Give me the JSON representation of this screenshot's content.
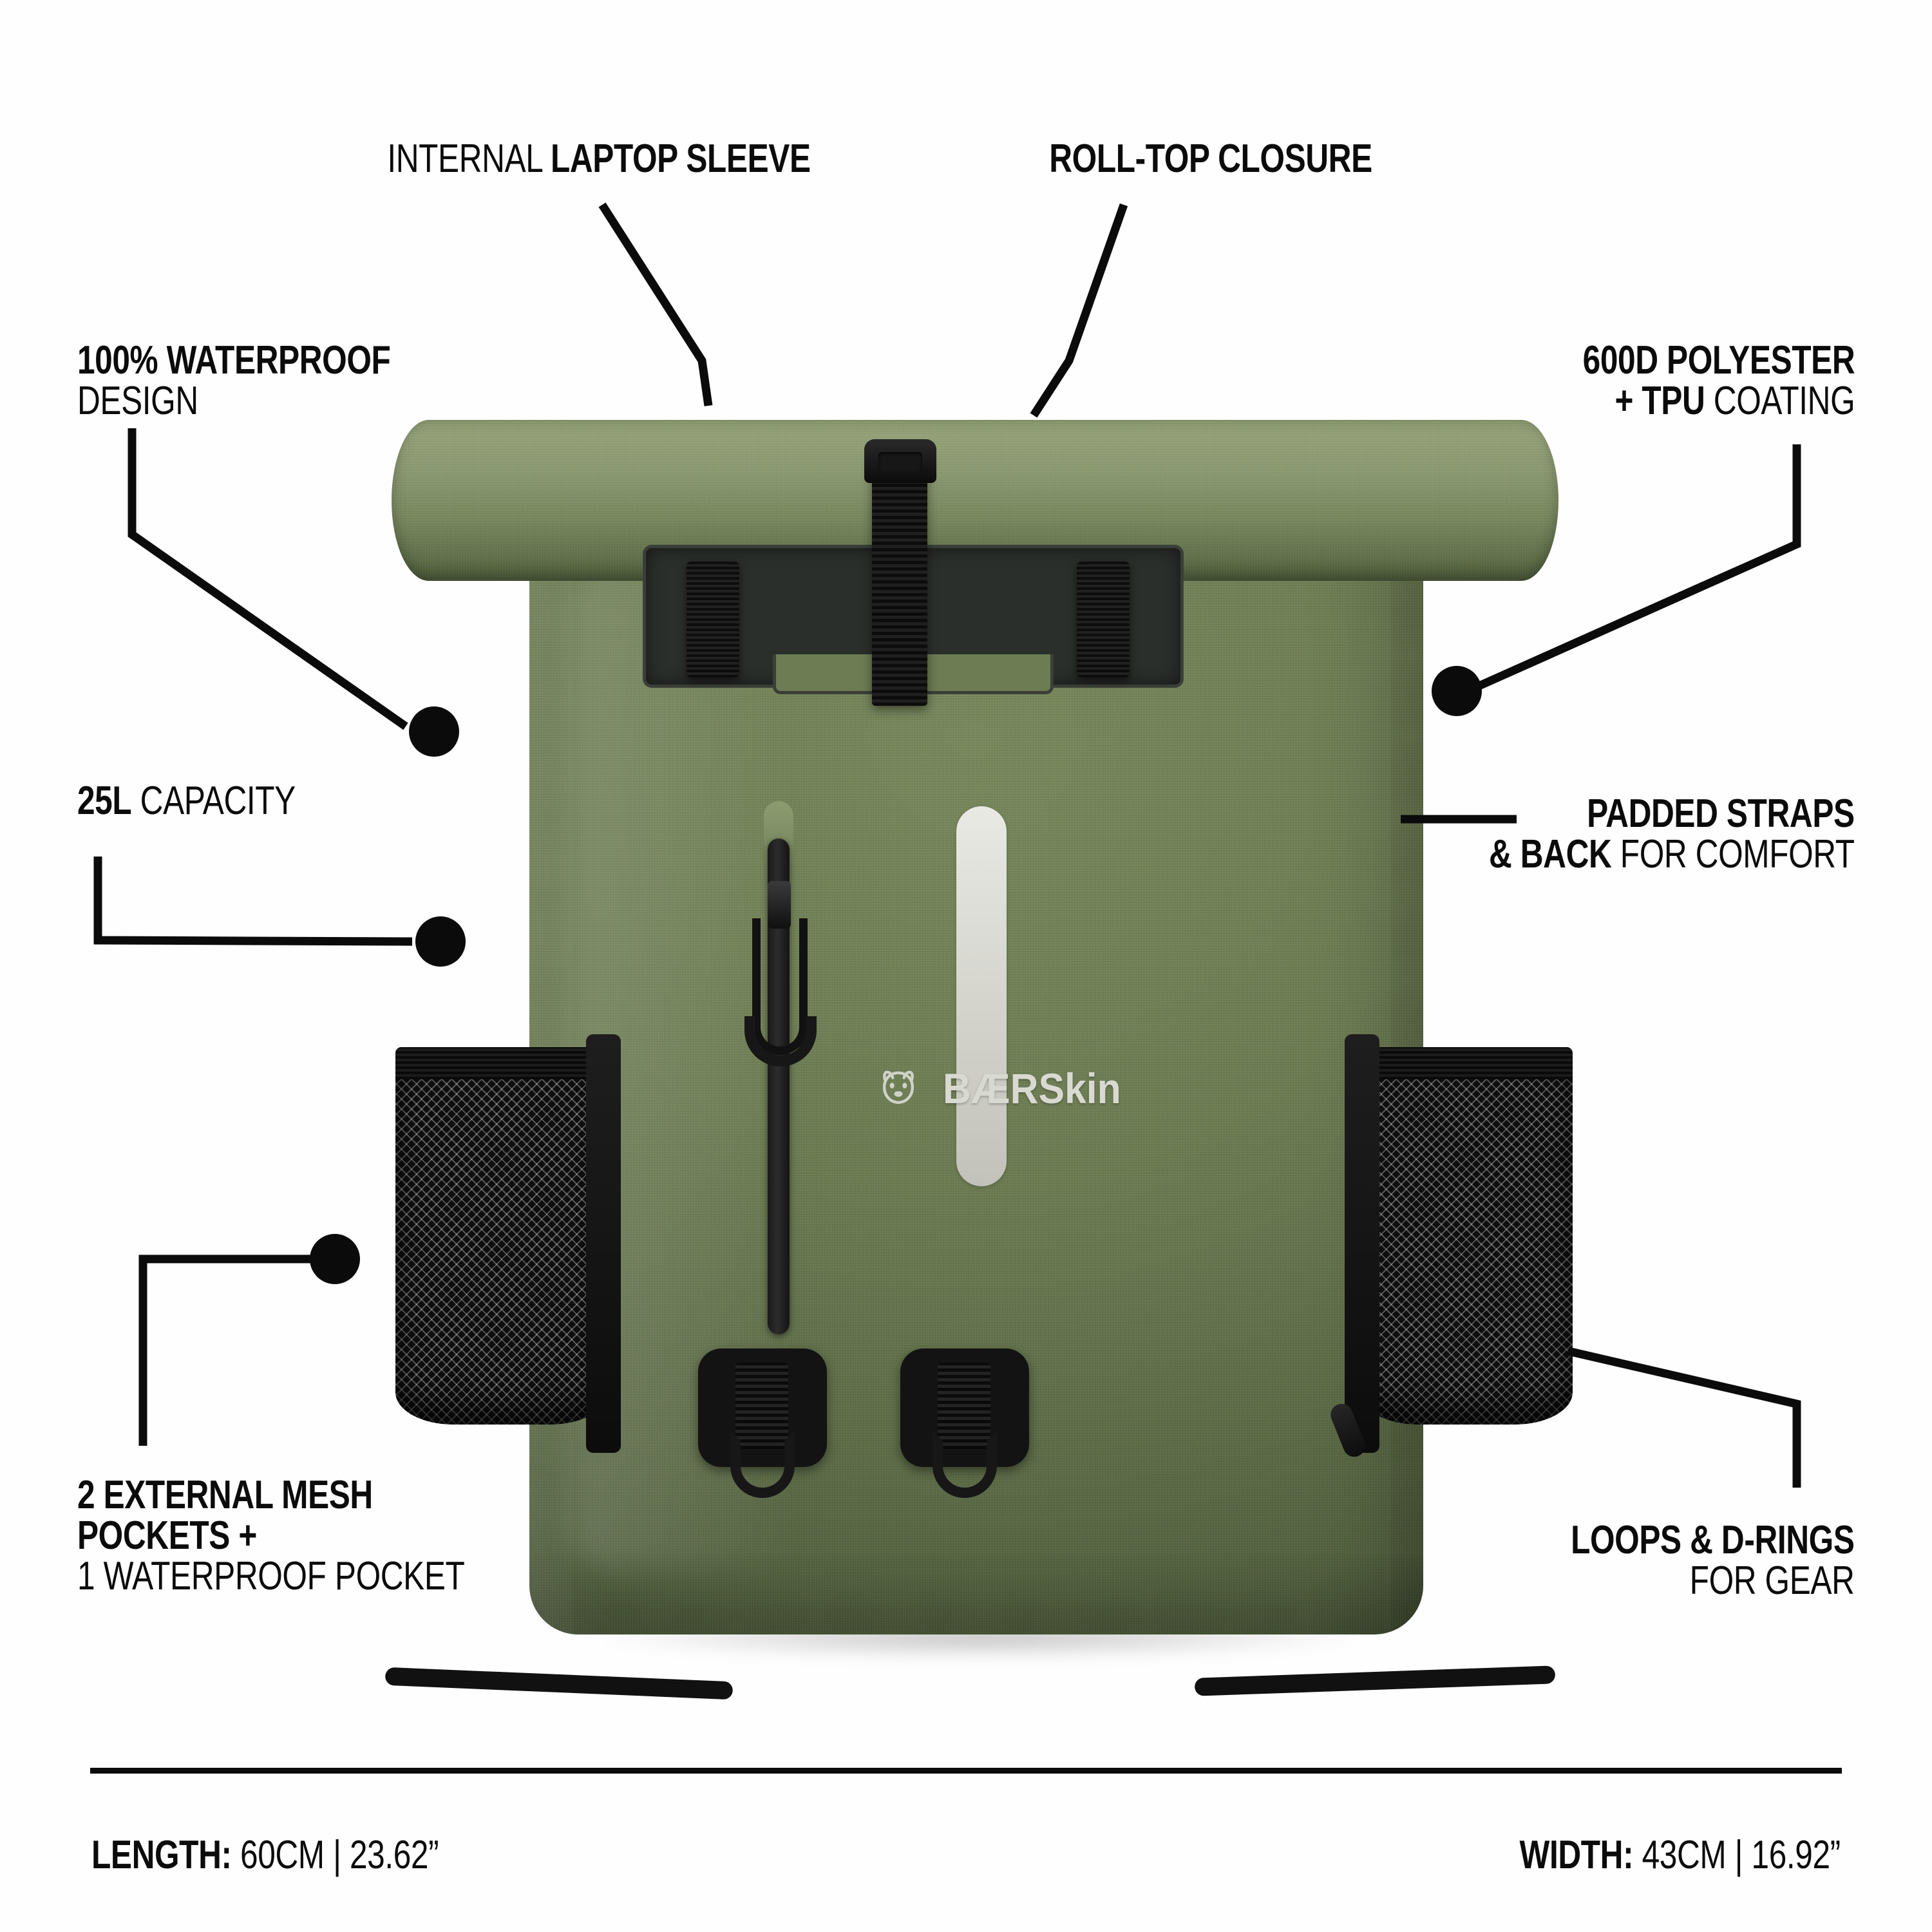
{
  "product": {
    "brand_name": "BÆRSkin",
    "brand_icon": "bear-head-icon",
    "colors": {
      "fabric_green": "#6d7c53",
      "roll_top_green": "#8a9870",
      "hardware_black": "#131313",
      "reflective_gray": "#d9d9d2",
      "text_black": "#0b0b0b",
      "background": "#ffffff"
    }
  },
  "callouts": [
    {
      "id": "internal-laptop-sleeve",
      "regular_prefix": "INTERNAL ",
      "bold": "LAPTOP SLEEVE",
      "regular_suffix": ""
    },
    {
      "id": "roll-top-closure",
      "regular_prefix": "",
      "bold": "ROLL-TOP CLOSURE",
      "regular_suffix": ""
    },
    {
      "id": "waterproof-design",
      "line1_bold": "100% WATERPROOF",
      "line2_regular": "DESIGN"
    },
    {
      "id": "capacity",
      "bold": "25L",
      "regular": " CAPACITY"
    },
    {
      "id": "external-pockets",
      "line1_bold": "2 EXTERNAL MESH",
      "line2_bold": "POCKETS +",
      "line3_regular": "1 WATERPROOF POCKET"
    },
    {
      "id": "material",
      "line1_bold": "600D POLYESTER",
      "line2_bold": "+ TPU",
      "line2_regular": " COATING"
    },
    {
      "id": "padded-straps",
      "line1_bold": "PADDED STRAPS",
      "line2_bold": "& BACK",
      "line2_regular": " FOR COMFORT"
    },
    {
      "id": "loops-d-rings",
      "line1_bold": "LOOPS & D-RINGS",
      "line2_regular": "FOR GEAR"
    }
  ],
  "dimensions": {
    "length_label": "LENGTH:",
    "length_value": " 60CM | 23.62”",
    "width_label": "WIDTH:",
    "width_value": " 43CM | 16.92”"
  }
}
